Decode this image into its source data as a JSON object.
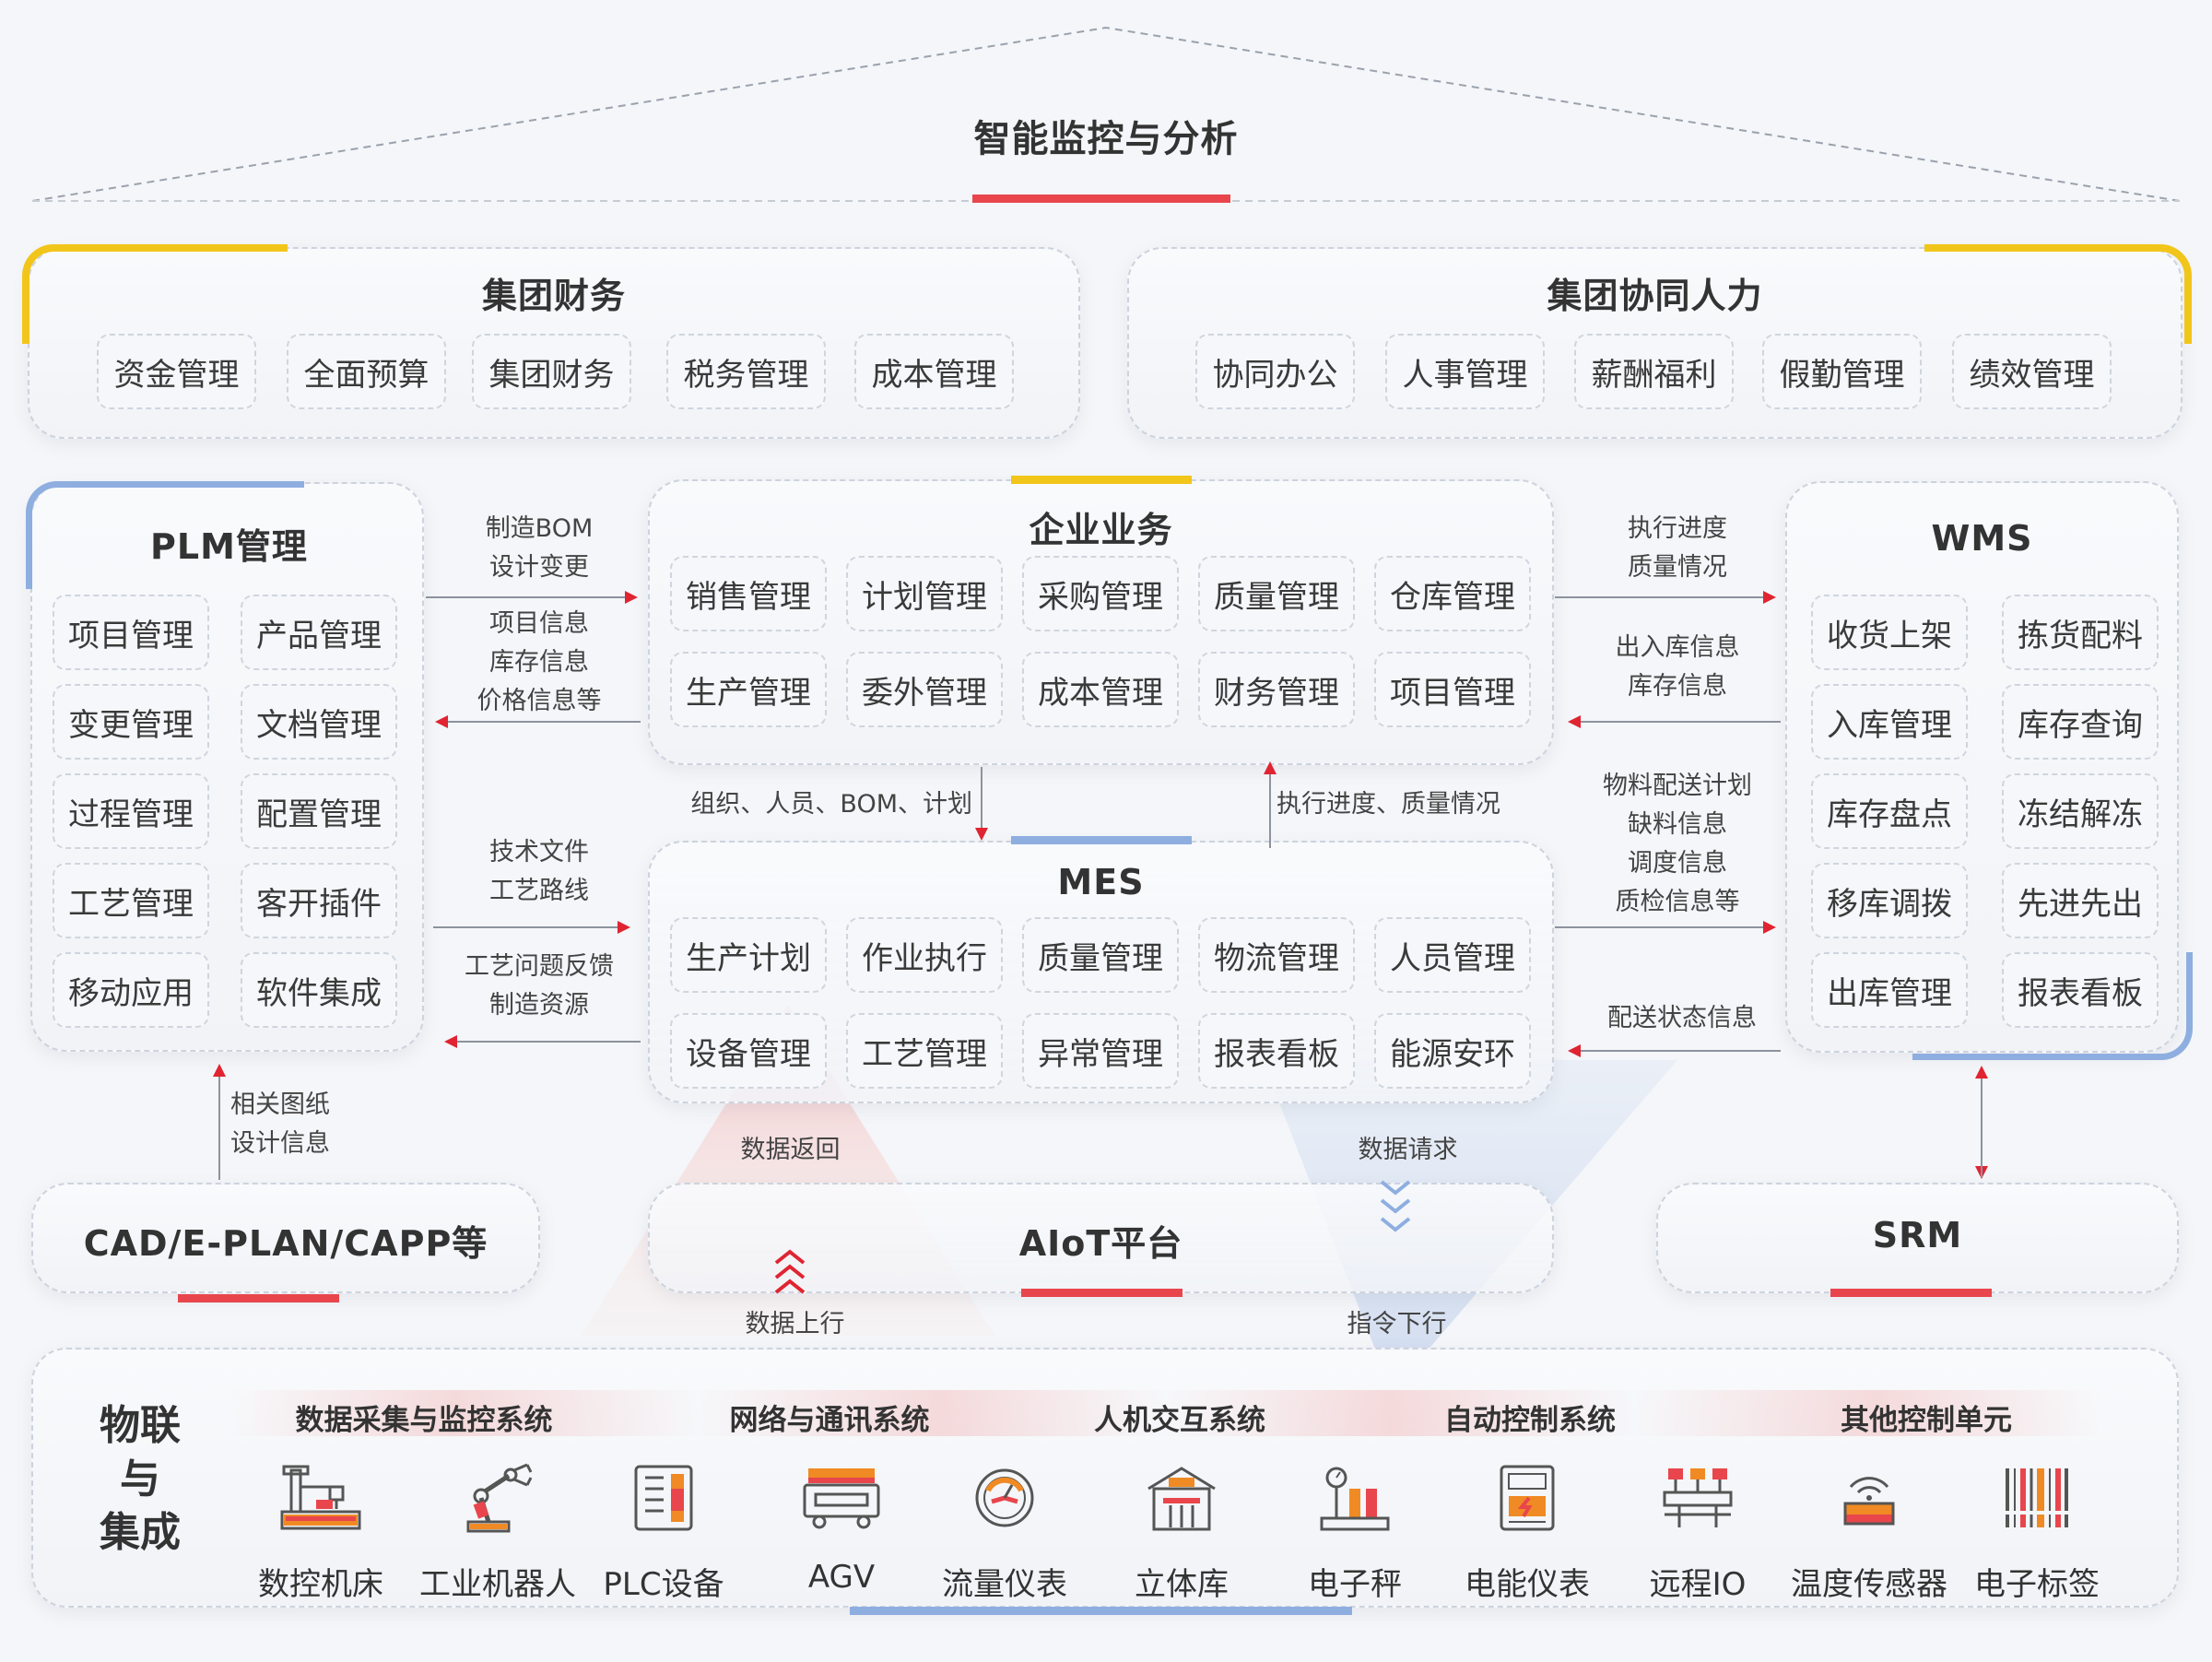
{
  "top": {
    "title": "智能监控与分析"
  },
  "finance": {
    "title": "集团财务",
    "items": [
      "资金管理",
      "全面预算",
      "集团财务",
      "税务管理",
      "成本管理"
    ]
  },
  "hr": {
    "title": "集团协同人力",
    "items": [
      "协同办公",
      "人事管理",
      "薪酬福利",
      "假勤管理",
      "绩效管理"
    ]
  },
  "plm": {
    "title": "PLM管理",
    "items": [
      "项目管理",
      "产品管理",
      "变更管理",
      "文档管理",
      "过程管理",
      "配置管理",
      "工艺管理",
      "客开插件",
      "移动应用",
      "软件集成"
    ]
  },
  "enterprise": {
    "title": "企业业务",
    "items": [
      "销售管理",
      "计划管理",
      "采购管理",
      "质量管理",
      "仓库管理",
      "生产管理",
      "委外管理",
      "成本管理",
      "财务管理",
      "项目管理"
    ]
  },
  "mes": {
    "title": "MES",
    "items": [
      "生产计划",
      "作业执行",
      "质量管理",
      "物流管理",
      "人员管理",
      "设备管理",
      "工艺管理",
      "异常管理",
      "报表看板",
      "能源安环"
    ]
  },
  "wms": {
    "title": "WMS",
    "items": [
      "收货上架",
      "拣货配料",
      "入库管理",
      "库存查询",
      "库存盘点",
      "冻结解冻",
      "移库调拨",
      "先进先出",
      "出库管理",
      "报表看板"
    ]
  },
  "cad": {
    "title": "CAD/E-PLAN/CAPP等"
  },
  "aiot": {
    "title": "AIoT平台"
  },
  "srm": {
    "title": "SRM"
  },
  "flows": {
    "plm_to_ent_1": "制造BOM",
    "plm_to_ent_2": "设计变更",
    "ent_to_plm_1": "项目信息",
    "ent_to_plm_2": "库存信息",
    "ent_to_plm_3": "价格信息等",
    "plm_to_mes_1": "技术文件",
    "plm_to_mes_2": "工艺路线",
    "mes_to_plm_1": "工艺问题反馈",
    "mes_to_plm_2": "制造资源",
    "ent_to_mes": "组织、人员、BOM、计划",
    "mes_to_ent": "执行进度、质量情况",
    "ent_to_wms_1": "执行进度",
    "ent_to_wms_2": "质量情况",
    "wms_to_ent_1": "出入库信息",
    "wms_to_ent_2": "库存信息",
    "mes_to_wms_1": "物料配送计划",
    "mes_to_wms_2": "缺料信息",
    "mes_to_wms_3": "调度信息",
    "mes_to_wms_4": "质检信息等",
    "wms_to_mes": "配送状态信息",
    "cad_to_plm_1": "相关图纸",
    "cad_to_plm_2": "设计信息",
    "data_return": "数据返回",
    "data_request": "数据请求",
    "data_up": "数据上行",
    "cmd_down": "指令下行"
  },
  "iot": {
    "title_1": "物联",
    "title_2": "与",
    "title_3": "集成",
    "categories": [
      "数据采集与监控系统",
      "网络与通讯系统",
      "人机交互系统",
      "自动控制系统",
      "其他控制单元"
    ],
    "devices": [
      {
        "name": "数控机床",
        "icon": "cnc-machine-icon"
      },
      {
        "name": "工业机器人",
        "icon": "robot-arm-icon"
      },
      {
        "name": "PLC设备",
        "icon": "plc-icon"
      },
      {
        "name": "AGV",
        "icon": "agv-icon"
      },
      {
        "name": "流量仪表",
        "icon": "flow-meter-icon"
      },
      {
        "name": "立体库",
        "icon": "warehouse-icon"
      },
      {
        "name": "电子秤",
        "icon": "scale-icon"
      },
      {
        "name": "电能仪表",
        "icon": "power-meter-icon"
      },
      {
        "name": "远程IO",
        "icon": "remote-io-icon"
      },
      {
        "name": "温度传感器",
        "icon": "temperature-sensor-icon"
      },
      {
        "name": "电子标签",
        "icon": "barcode-tag-icon"
      }
    ]
  },
  "colors": {
    "red": "#e8464c",
    "yellow": "#f2c51a",
    "blue": "#8eaee0",
    "orange": "#f08a24"
  }
}
